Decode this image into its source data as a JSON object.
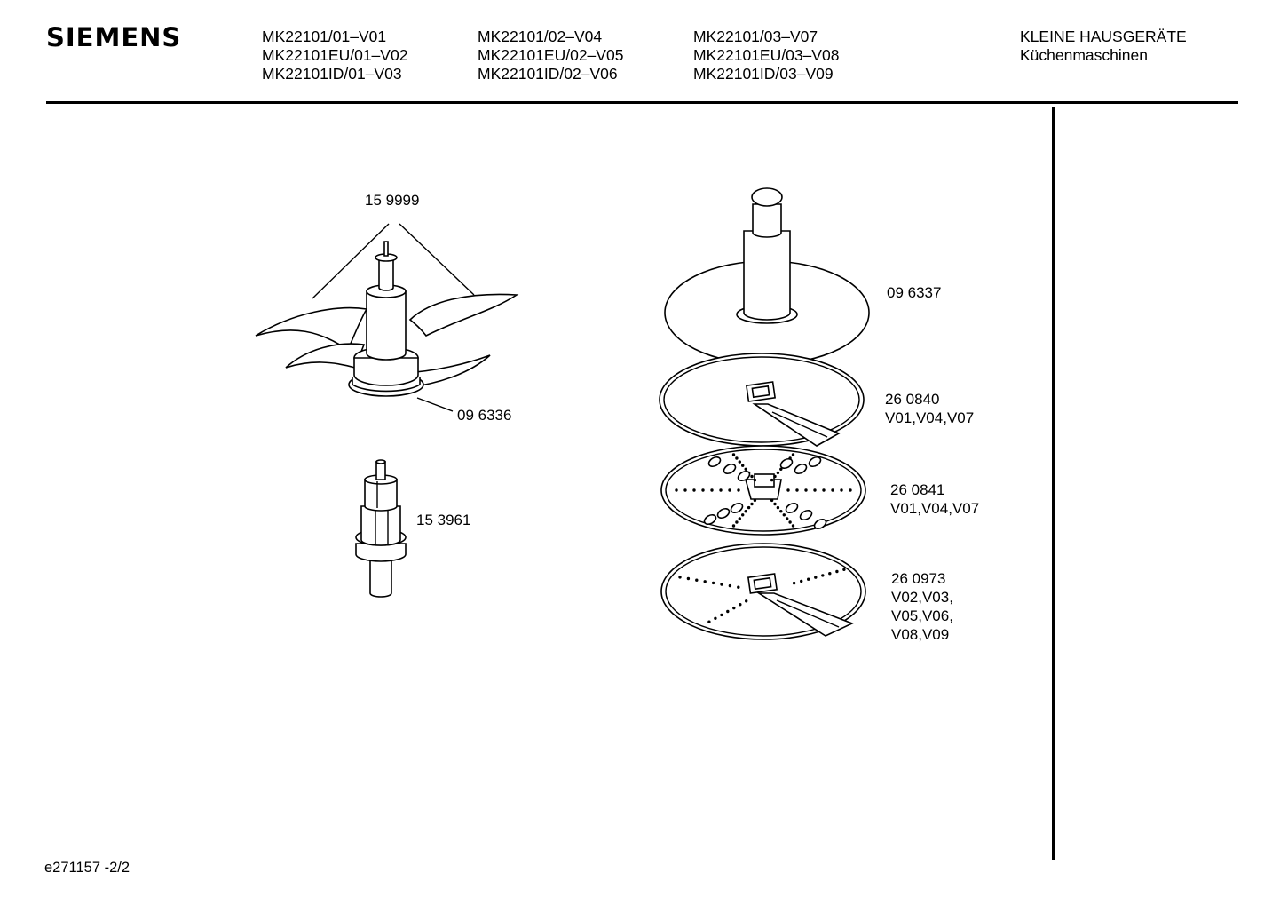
{
  "brand": "SIEMENS",
  "models": {
    "col1": [
      "MK22101/01–V01",
      "MK22101EU/01–V02",
      "MK22101ID/01–V03"
    ],
    "col2": [
      "MK22101/02–V04",
      "MK22101EU/02–V05",
      "MK22101ID/02–V06"
    ],
    "col3": [
      "MK22101/03–V07",
      "MK22101EU/03–V08",
      "MK22101ID/03–V09"
    ]
  },
  "category": {
    "line1": "KLEINE HAUSGERÄTE",
    "line2": "Küchenmaschinen"
  },
  "parts": {
    "blades_top": "15 9999",
    "blade_hub": "09 6336",
    "coupler": "15 3961",
    "disc_holder": "09 6337",
    "slicer_disc": {
      "number": "26 0840",
      "variants": "V01,V04,V07"
    },
    "grater_disc": {
      "number": "26 0841",
      "variants": "V01,V04,V07"
    },
    "combo_disc": {
      "number": "26 0973",
      "variants": [
        "V02,V03,",
        "V05,V06,",
        "V08,V09"
      ]
    }
  },
  "footer": "e271157 -2/2"
}
